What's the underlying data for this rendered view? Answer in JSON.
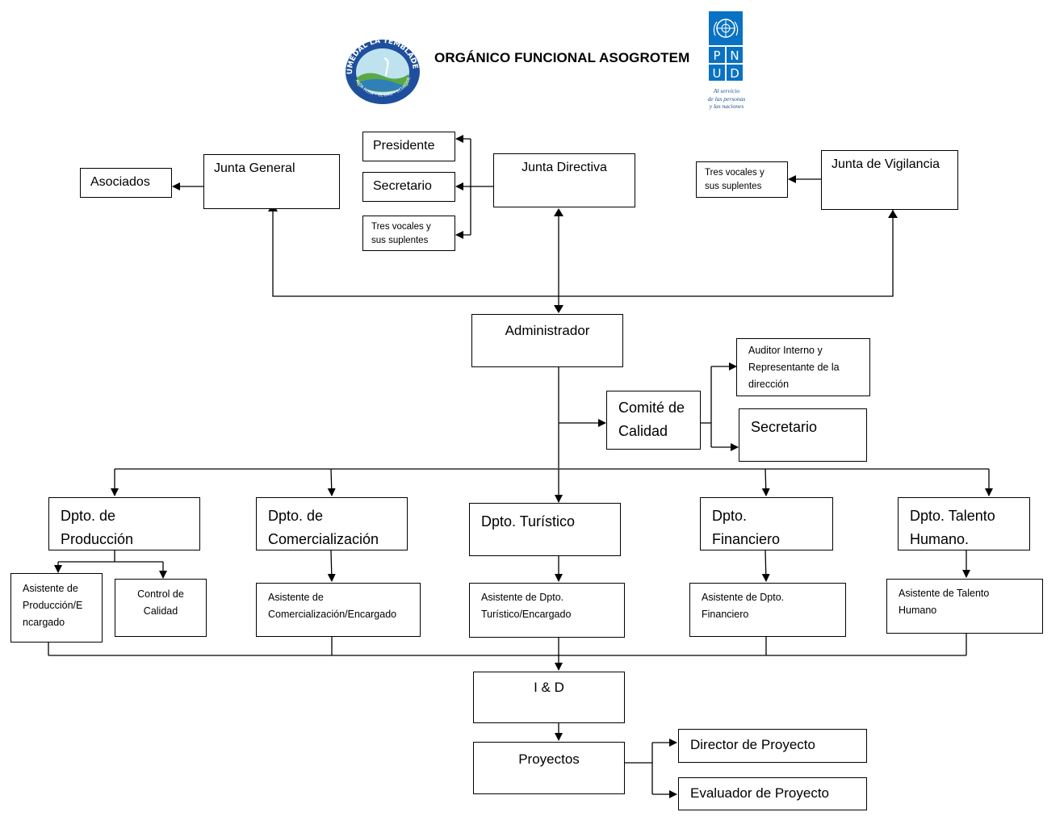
{
  "header": {
    "title": "ORGÁNICO FUNCIONAL ASOGROTEM",
    "left_logo": {
      "icon": "humedal-seal-logo",
      "ring_text": "HUMEDAL LA TEMBLADERA",
      "bottom_text": "SANTA ROSA • EL ORO • ECUADOR"
    },
    "right_logo": {
      "icon": "un-emblem-logo",
      "letters": [
        "P",
        "N",
        "U",
        "D"
      ],
      "tagline": [
        "Al servicio",
        "de las personas",
        "y las naciones"
      ]
    }
  },
  "nodes": {
    "asociados": "Asociados",
    "junta_general": "Junta General",
    "presidente": "Presidente",
    "secretario_jd": "Secretario",
    "vocales_jd": [
      "Tres vocales y",
      "sus suplentes"
    ],
    "junta_directiva": "Junta Directiva",
    "vocales_jv": [
      "Tres vocales y",
      "sus suplentes"
    ],
    "junta_vigilancia": "Junta de Vigilancia",
    "administrador": "Administrador",
    "auditor": [
      "Auditor Interno y",
      "Representante de la",
      "dirección"
    ],
    "comite_calidad": [
      "Comité de",
      "Calidad"
    ],
    "secretario_cc": "Secretario",
    "dpto_produccion": [
      "Dpto. de",
      "Producción"
    ],
    "dpto_comercializacion": [
      "Dpto. de",
      "Comercialización"
    ],
    "dpto_turistico": "Dpto. Turístico",
    "dpto_financiero": [
      "Dpto.",
      "Financiero"
    ],
    "dpto_talento": [
      "Dpto. Talento",
      "Humano."
    ],
    "asist_produccion": [
      "Asistente de",
      "Producción/E",
      "ncargado"
    ],
    "control_calidad": [
      "Control de",
      "Calidad"
    ],
    "asist_comercializacion": [
      "Asistente de",
      "Comercialización/Encargado"
    ],
    "asist_turistico": [
      "Asistente de Dpto.",
      "Turístico/Encargado"
    ],
    "asist_financiero": [
      "Asistente de Dpto.",
      "Financiero"
    ],
    "asist_talento": [
      "Asistente de Talento",
      "Humano"
    ],
    "i_d": "I & D",
    "proyectos": "Proyectos",
    "director_proyecto": "Director de Proyecto",
    "evaluador_proyecto": "Evaluador de Proyecto"
  },
  "colors": {
    "un_blue": "#0a72c3",
    "seal_blue": "#1f4f9c",
    "seal_green": "#5aa845",
    "line": "#000000"
  }
}
